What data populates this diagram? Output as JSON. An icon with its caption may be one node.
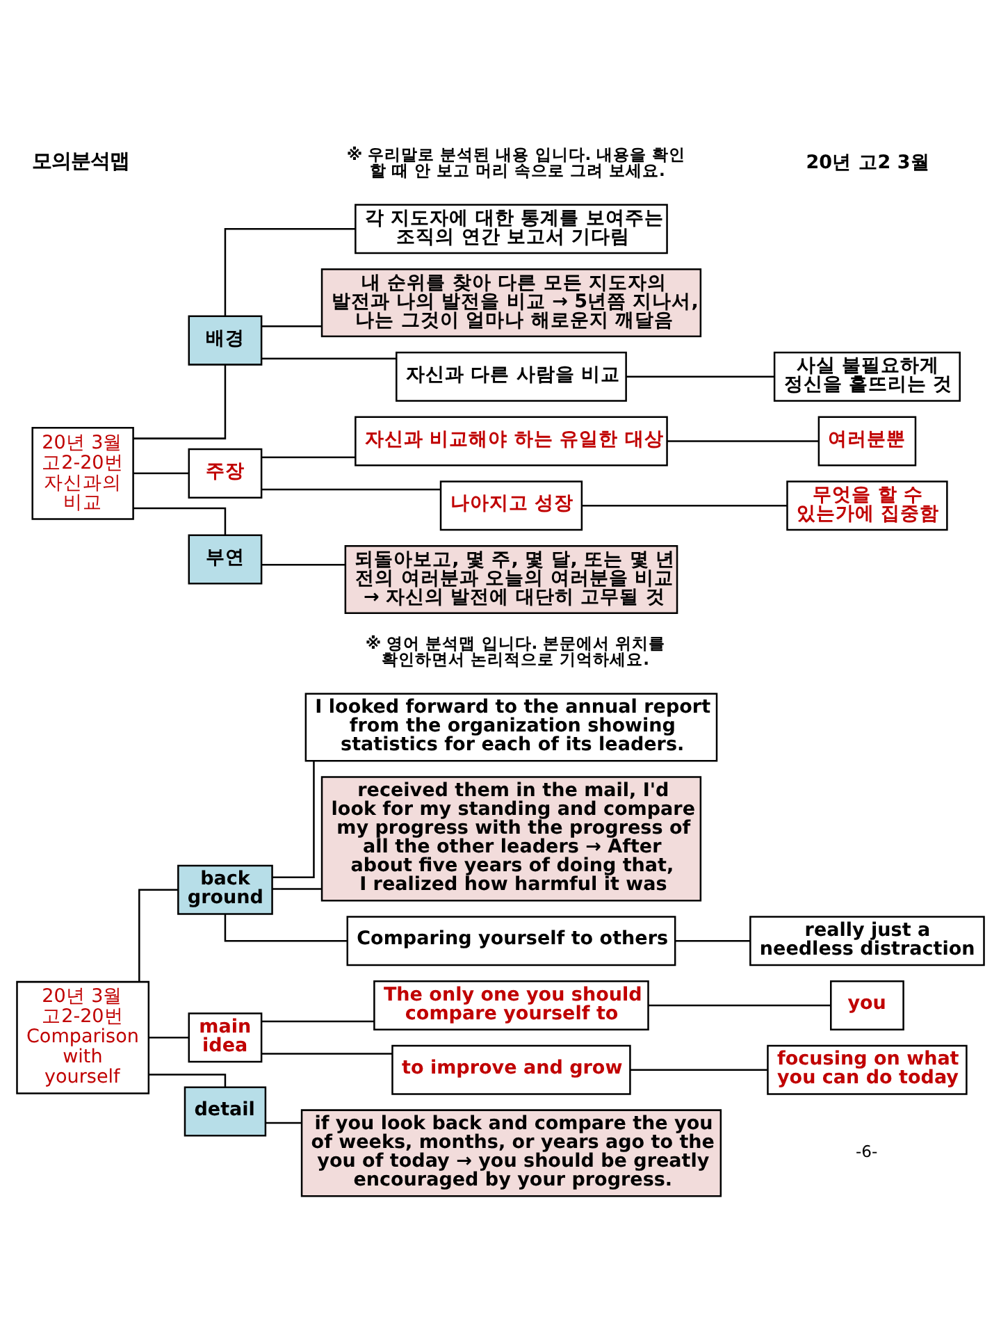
{
  "diagram": {
    "nodes": [
      {
        "text": [
          "20년 3월 고2-20번 자신과의 비교"
        ]
      },
      {
        "text": [
          "배경"
        ]
      },
      {
        "text": [
          "각 지도자에 대한 통계를 보여주는 조직의 연간 보고서 기다림"
        ]
      },
      {
        "text": [
          "내 순위를 찾아 다른 모든 지도자의 발전과 나의 발전을 비교 → 5년쯤 지나서, 나는 그것이 얼마나 해로운지 깨달음"
        ]
      },
      {
        "text": [
          "자신과 다른 사람을 비교"
        ]
      },
      {
        "text": [
          "사실 불필요하게 정신을 흩뜨리는 것"
        ]
      },
      {
        "text": [
          "주장"
        ]
      },
      {
        "text": [
          "자신과 비교해야 하는 유일한 대상"
        ]
      },
      {
        "text": [
          "여러분뿐"
        ]
      },
      {
        "text": [
          "나아지고 성장"
        ]
      },
      {
        "text": [
          "무엇을 할 수 있는가에 집중함"
        ]
      },
      {
        "text": [
          "부연"
        ]
      },
      {
        "text": [
          "되돌아보고, 몇 주, 몇 달, 또는 몇 년 전의 여러분과 오늘의 여러분을 비교 → 자신의 발전에 대단히 고무될 것"
        ]
      },
      {
        "text": [
          "20년 3월 고2-20번 Comparison with yourself"
        ]
      },
      {
        "text": [
          "back ground"
        ]
      },
      {
        "text": [
          "I looked forward to the annual report from the organization showing statistics for each of its leaders."
        ]
      },
      {
        "text": [
          "received them in the mail, I'd look for my standing and compare my progress with the progress of all the other leaders → After about five years of doing that, I realized how harmful it was"
        ]
      },
      {
        "text": [
          "Comparing yourself to others"
        ]
      },
      {
        "text": [
          "really just a needless distraction"
        ]
      },
      {
        "text": [
          "main idea"
        ]
      },
      {
        "text": [
          "The only one you should compare yourself to"
        ]
      },
      {
        "text": [
          "you"
        ]
      },
      {
        "text": [
          "to improve and grow"
        ]
      },
      {
        "text": [
          "focusing on what you can do today"
        ]
      },
      {
        "text": [
          "detail"
        ]
      },
      {
        "text": [
          "if you look back and compare the you of weeks, months, or years ago to the you of today → you should be greatly encouraged by your progress."
        ]
      }
    ],
    "edges": [
      {
        "from": 0,
        "to": 1,
        "arrow": "none"
      },
      {
        "from": 0,
        "to": 6,
        "arrow": "none"
      },
      {
        "from": 0,
        "to": 11,
        "arrow": "none"
      },
      {
        "from": 1,
        "to": 2,
        "arrow": "none"
      },
      {
        "from": 1,
        "to": 3,
        "arrow": "none"
      },
      {
        "from": 1,
        "to": 4,
        "arrow": "none"
      },
      {
        "from": 4,
        "to": 5,
        "arrow": "none"
      },
      {
        "from": 6,
        "to": 7,
        "arrow": "none"
      },
      {
        "from": 6,
        "to": 9,
        "arrow": "none"
      },
      {
        "from": 7,
        "to": 8,
        "arrow": "none"
      },
      {
        "from": 9,
        "to": 10,
        "arrow": "none"
      },
      {
        "from": 11,
        "to": 12,
        "arrow": "none"
      },
      {
        "from": 13,
        "to": 14,
        "arrow": "none"
      },
      {
        "from": 13,
        "to": 19,
        "arrow": "none"
      },
      {
        "from": 13,
        "to": 24,
        "arrow": "none"
      },
      {
        "from": 14,
        "to": 15,
        "arrow": "none"
      },
      {
        "from": 14,
        "to": 16,
        "arrow": "none"
      },
      {
        "from": 14,
        "to": 17,
        "arrow": "none"
      },
      {
        "from": 17,
        "to": 18,
        "arrow": "none"
      },
      {
        "from": 19,
        "to": 20,
        "arrow": "none"
      },
      {
        "from": 19,
        "to": 22,
        "arrow": "none"
      },
      {
        "from": 20,
        "to": 21,
        "arrow": "none"
      },
      {
        "from": 22,
        "to": 23,
        "arrow": "none"
      },
      {
        "from": 24,
        "to": 25,
        "arrow": "none"
      }
    ],
    "labels": [
      "모의분석맵",
      "20년 고2 3월",
      "※ 우리말로 분석된 내용 입니다. 내용을 확인 할 때 안 보고 머리 속으로 그려 보세요.",
      "※ 영어 분석맵 입니다. 본문에서 위치를 확인하면서 논리적으로 기억하세요.",
      "-6-"
    ]
  }
}
